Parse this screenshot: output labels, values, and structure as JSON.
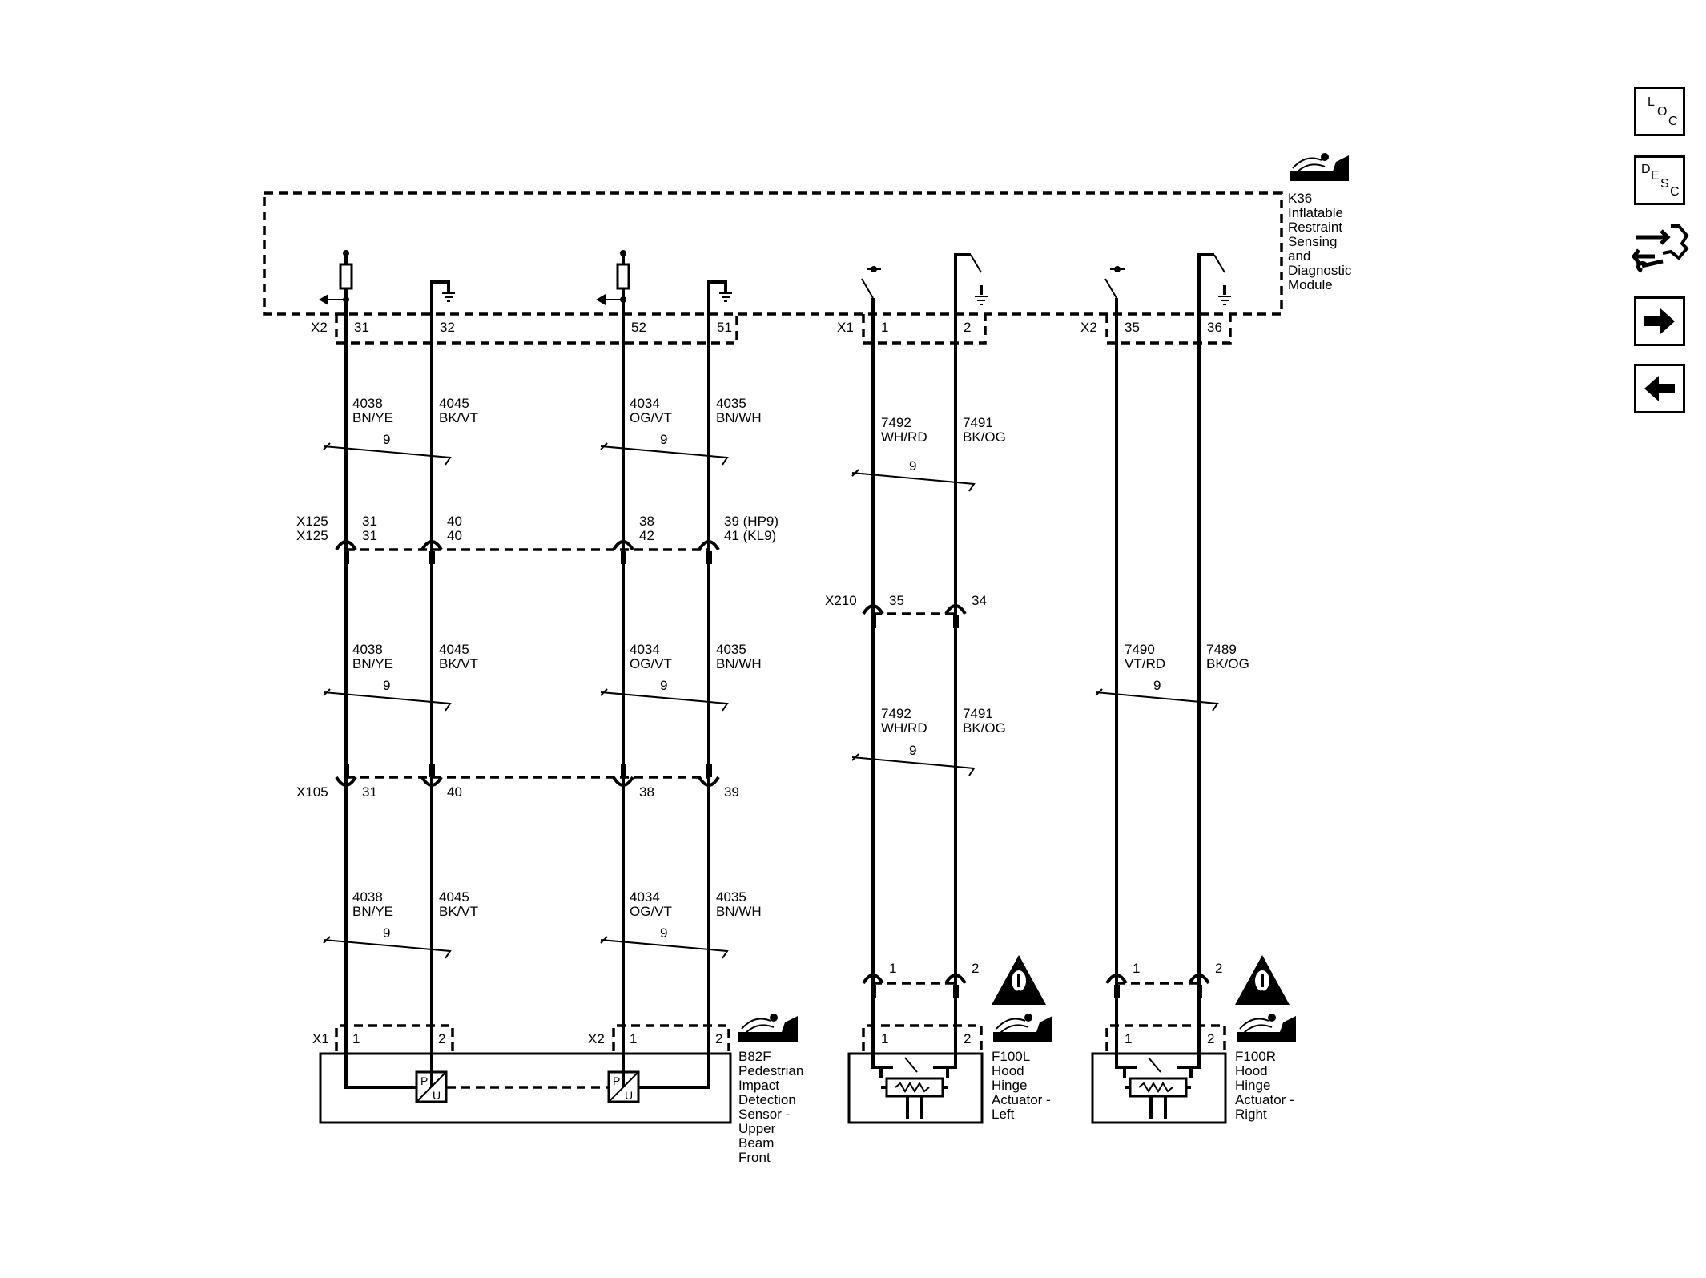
{
  "nav": {
    "loc": [
      "L",
      "O",
      "C"
    ],
    "desc": [
      "D",
      "E",
      "S",
      "C"
    ]
  },
  "module": {
    "ref": "K36",
    "name_lines": [
      "Inflatable",
      "Restraint",
      "Sensing",
      "and",
      "Diagnostic",
      "Module"
    ]
  },
  "sensor": {
    "ref": "B82F",
    "name_lines": [
      "Pedestrian",
      "Impact",
      "Detection",
      "Sensor -",
      "Upper",
      "Beam",
      "Front"
    ],
    "connectors": [
      "X1",
      "X2"
    ],
    "pins": [
      "1",
      "2",
      "1",
      "2"
    ],
    "p_label": "P",
    "u_label": "U"
  },
  "actuator_left": {
    "ref": "F100L",
    "name_lines": [
      "Hood",
      "Hinge",
      "Actuator -",
      "Left"
    ],
    "pins": [
      "1",
      "2"
    ],
    "conn_pins": [
      "1",
      "2"
    ]
  },
  "actuator_right": {
    "ref": "F100R",
    "name_lines": [
      "Hood",
      "Hinge",
      "Actuator -",
      "Right"
    ],
    "pins": [
      "1",
      "2"
    ],
    "conn_pins": [
      "1",
      "2"
    ]
  },
  "module_connectors": {
    "a": {
      "name": "X2",
      "pins": [
        "31",
        "32",
        "52",
        "51"
      ]
    },
    "b": {
      "name": "X1",
      "pins": [
        "1",
        "2"
      ]
    },
    "c": {
      "name": "X2",
      "pins": [
        "35",
        "36"
      ]
    }
  },
  "inline": {
    "x125": {
      "names": [
        "X125",
        "X125"
      ],
      "pins": [
        "31",
        "31",
        "40",
        "40",
        "38",
        "42",
        "39  (HP9)",
        "41  (KL9)"
      ]
    },
    "x105": {
      "name": "X105",
      "pins": [
        "31",
        "40",
        "38",
        "39"
      ]
    },
    "x210": {
      "name": "X210",
      "pins": [
        "35",
        "34"
      ]
    }
  },
  "wires": {
    "seg_left": [
      [
        "4038",
        "BN/YE"
      ],
      [
        "4045",
        "BK/VT"
      ],
      [
        "4034",
        "OG/VT"
      ],
      [
        "4035",
        "BN/WH"
      ]
    ],
    "seg_mid": [
      [
        "7492",
        "WH/RD"
      ],
      [
        "7491",
        "BK/OG"
      ]
    ],
    "seg_right": [
      [
        "7490",
        "VT/RD"
      ],
      [
        "7489",
        "BK/OG"
      ]
    ],
    "twist": "9"
  }
}
